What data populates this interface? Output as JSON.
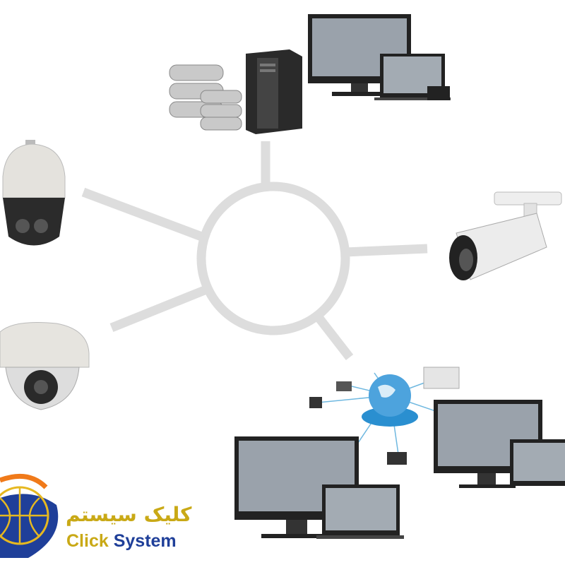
{
  "logo": {
    "name_fa": "کلیک سیستم",
    "name_en_part1": "Click",
    "name_en_part2": "System",
    "colors": {
      "gold": "#c9a916",
      "blue": "#1f3f99",
      "orange": "#f07a1a"
    }
  },
  "diagram": {
    "hub_color": "#dddddd",
    "nodes": [
      "storage-server",
      "monitors",
      "ptz-camera",
      "dome-camera",
      "bullet-camera",
      "network-globe",
      "remote-monitors"
    ]
  }
}
